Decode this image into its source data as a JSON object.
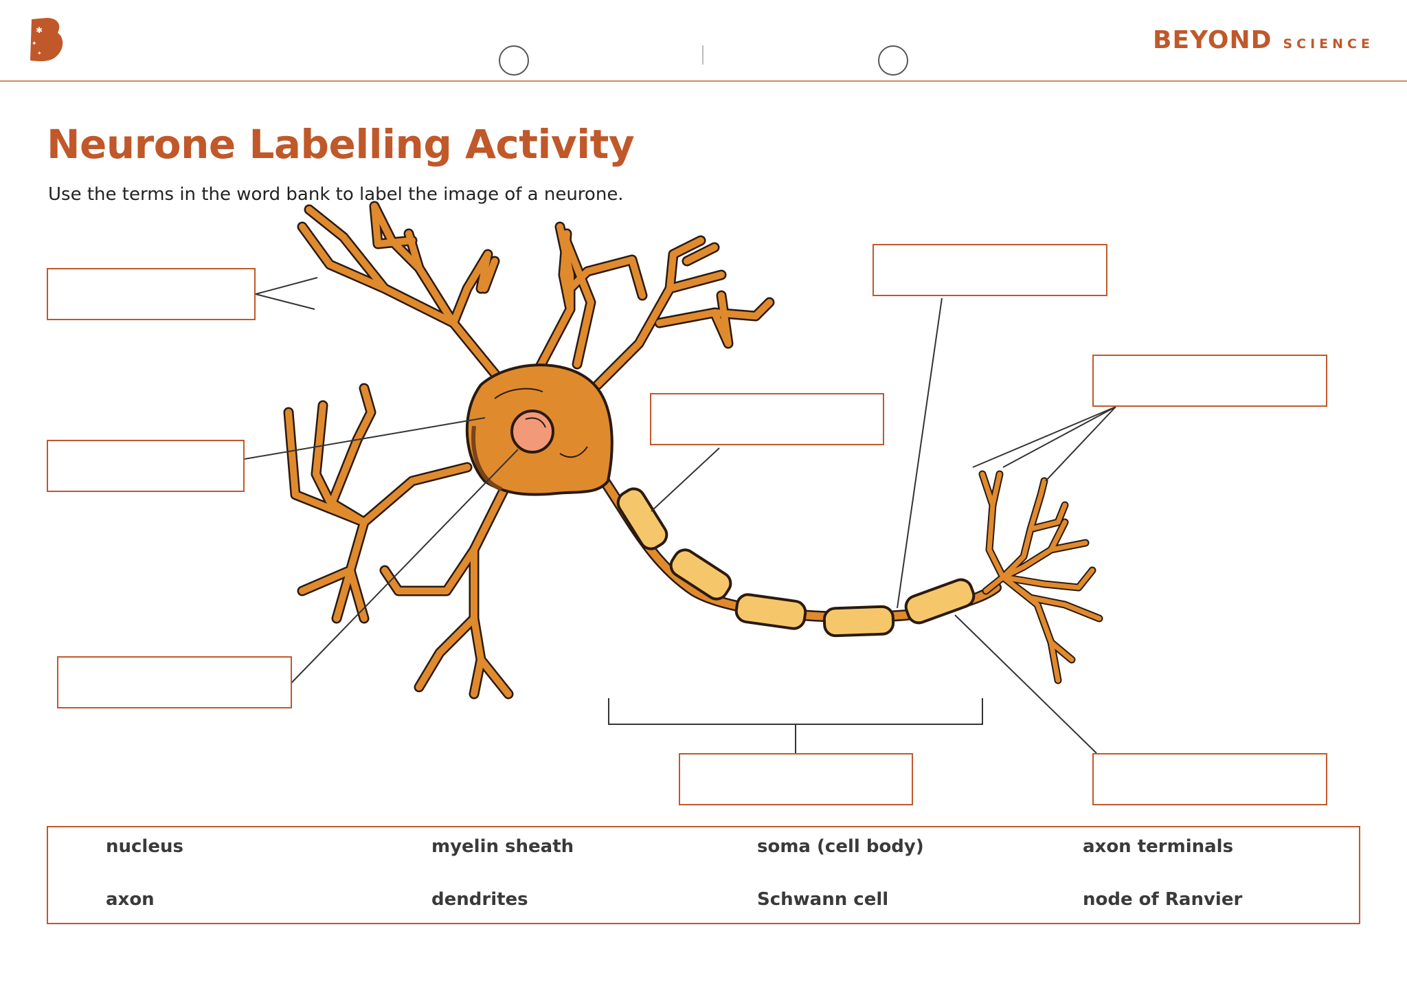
{
  "header": {
    "brand_main": "BEYOND",
    "brand_sub": "SCIENCE"
  },
  "colors": {
    "accent": "#c0582a",
    "neurone_fill": "#e08a2e",
    "myelin_fill": "#f6c76a",
    "nucleus_fill": "#f29a78"
  },
  "title": "Neurone Labelling Activity",
  "subtitle": "Use the terms in the word bank to label the image of a neurone.",
  "word_bank": {
    "terms": [
      "nucleus",
      "myelin sheath",
      "soma (cell body)",
      "axon terminals",
      "axon",
      "dendrites",
      "Schwann cell",
      "node of Ranvier"
    ]
  },
  "label_boxes": [
    {
      "target": "dendrites",
      "value": ""
    },
    {
      "target": "soma",
      "value": ""
    },
    {
      "target": "nucleus",
      "value": ""
    },
    {
      "target": "schwann-cell",
      "value": ""
    },
    {
      "target": "myelin-sheath",
      "value": ""
    },
    {
      "target": "axon-terminals",
      "value": ""
    },
    {
      "target": "axon",
      "value": ""
    },
    {
      "target": "node-of-ranvier",
      "value": ""
    }
  ]
}
